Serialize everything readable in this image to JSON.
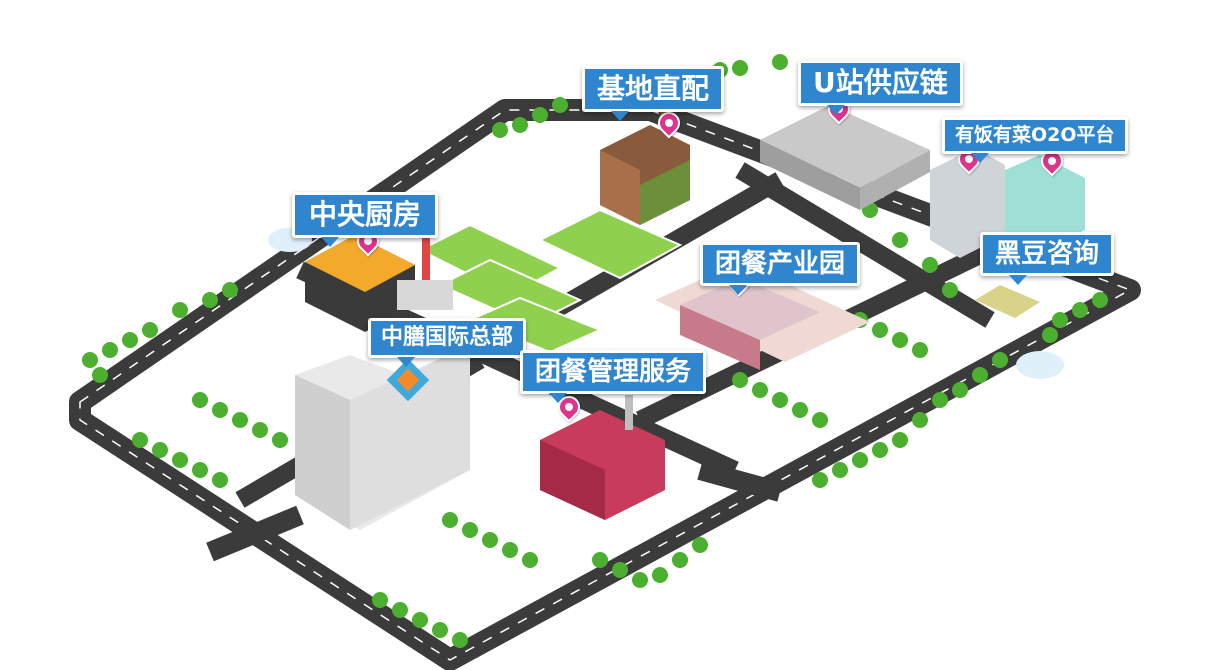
{
  "colors": {
    "label_bg": "#2f86cf",
    "label_text": "#ffffff",
    "pin": "#e0338c",
    "road": "#3b3b3b",
    "road_line": "#ffffff",
    "grass": "#8fd14f",
    "tree": "#4caf2f"
  },
  "labels": [
    {
      "id": "base",
      "text": "基地直配"
    },
    {
      "id": "ustation",
      "text": "U站供应链"
    },
    {
      "id": "youfan",
      "text": "有饭有菜O2O平台"
    },
    {
      "id": "kitchen",
      "text": "中央厨房"
    },
    {
      "id": "heidou",
      "text": "黑豆咨询"
    },
    {
      "id": "park",
      "text": "团餐产业园"
    },
    {
      "id": "hq",
      "text": "中膳国际总部"
    },
    {
      "id": "service",
      "text": "团餐管理服务"
    }
  ],
  "icons": {
    "pin": "map-pin-icon",
    "logo": "zhongshan-logo-icon"
  }
}
